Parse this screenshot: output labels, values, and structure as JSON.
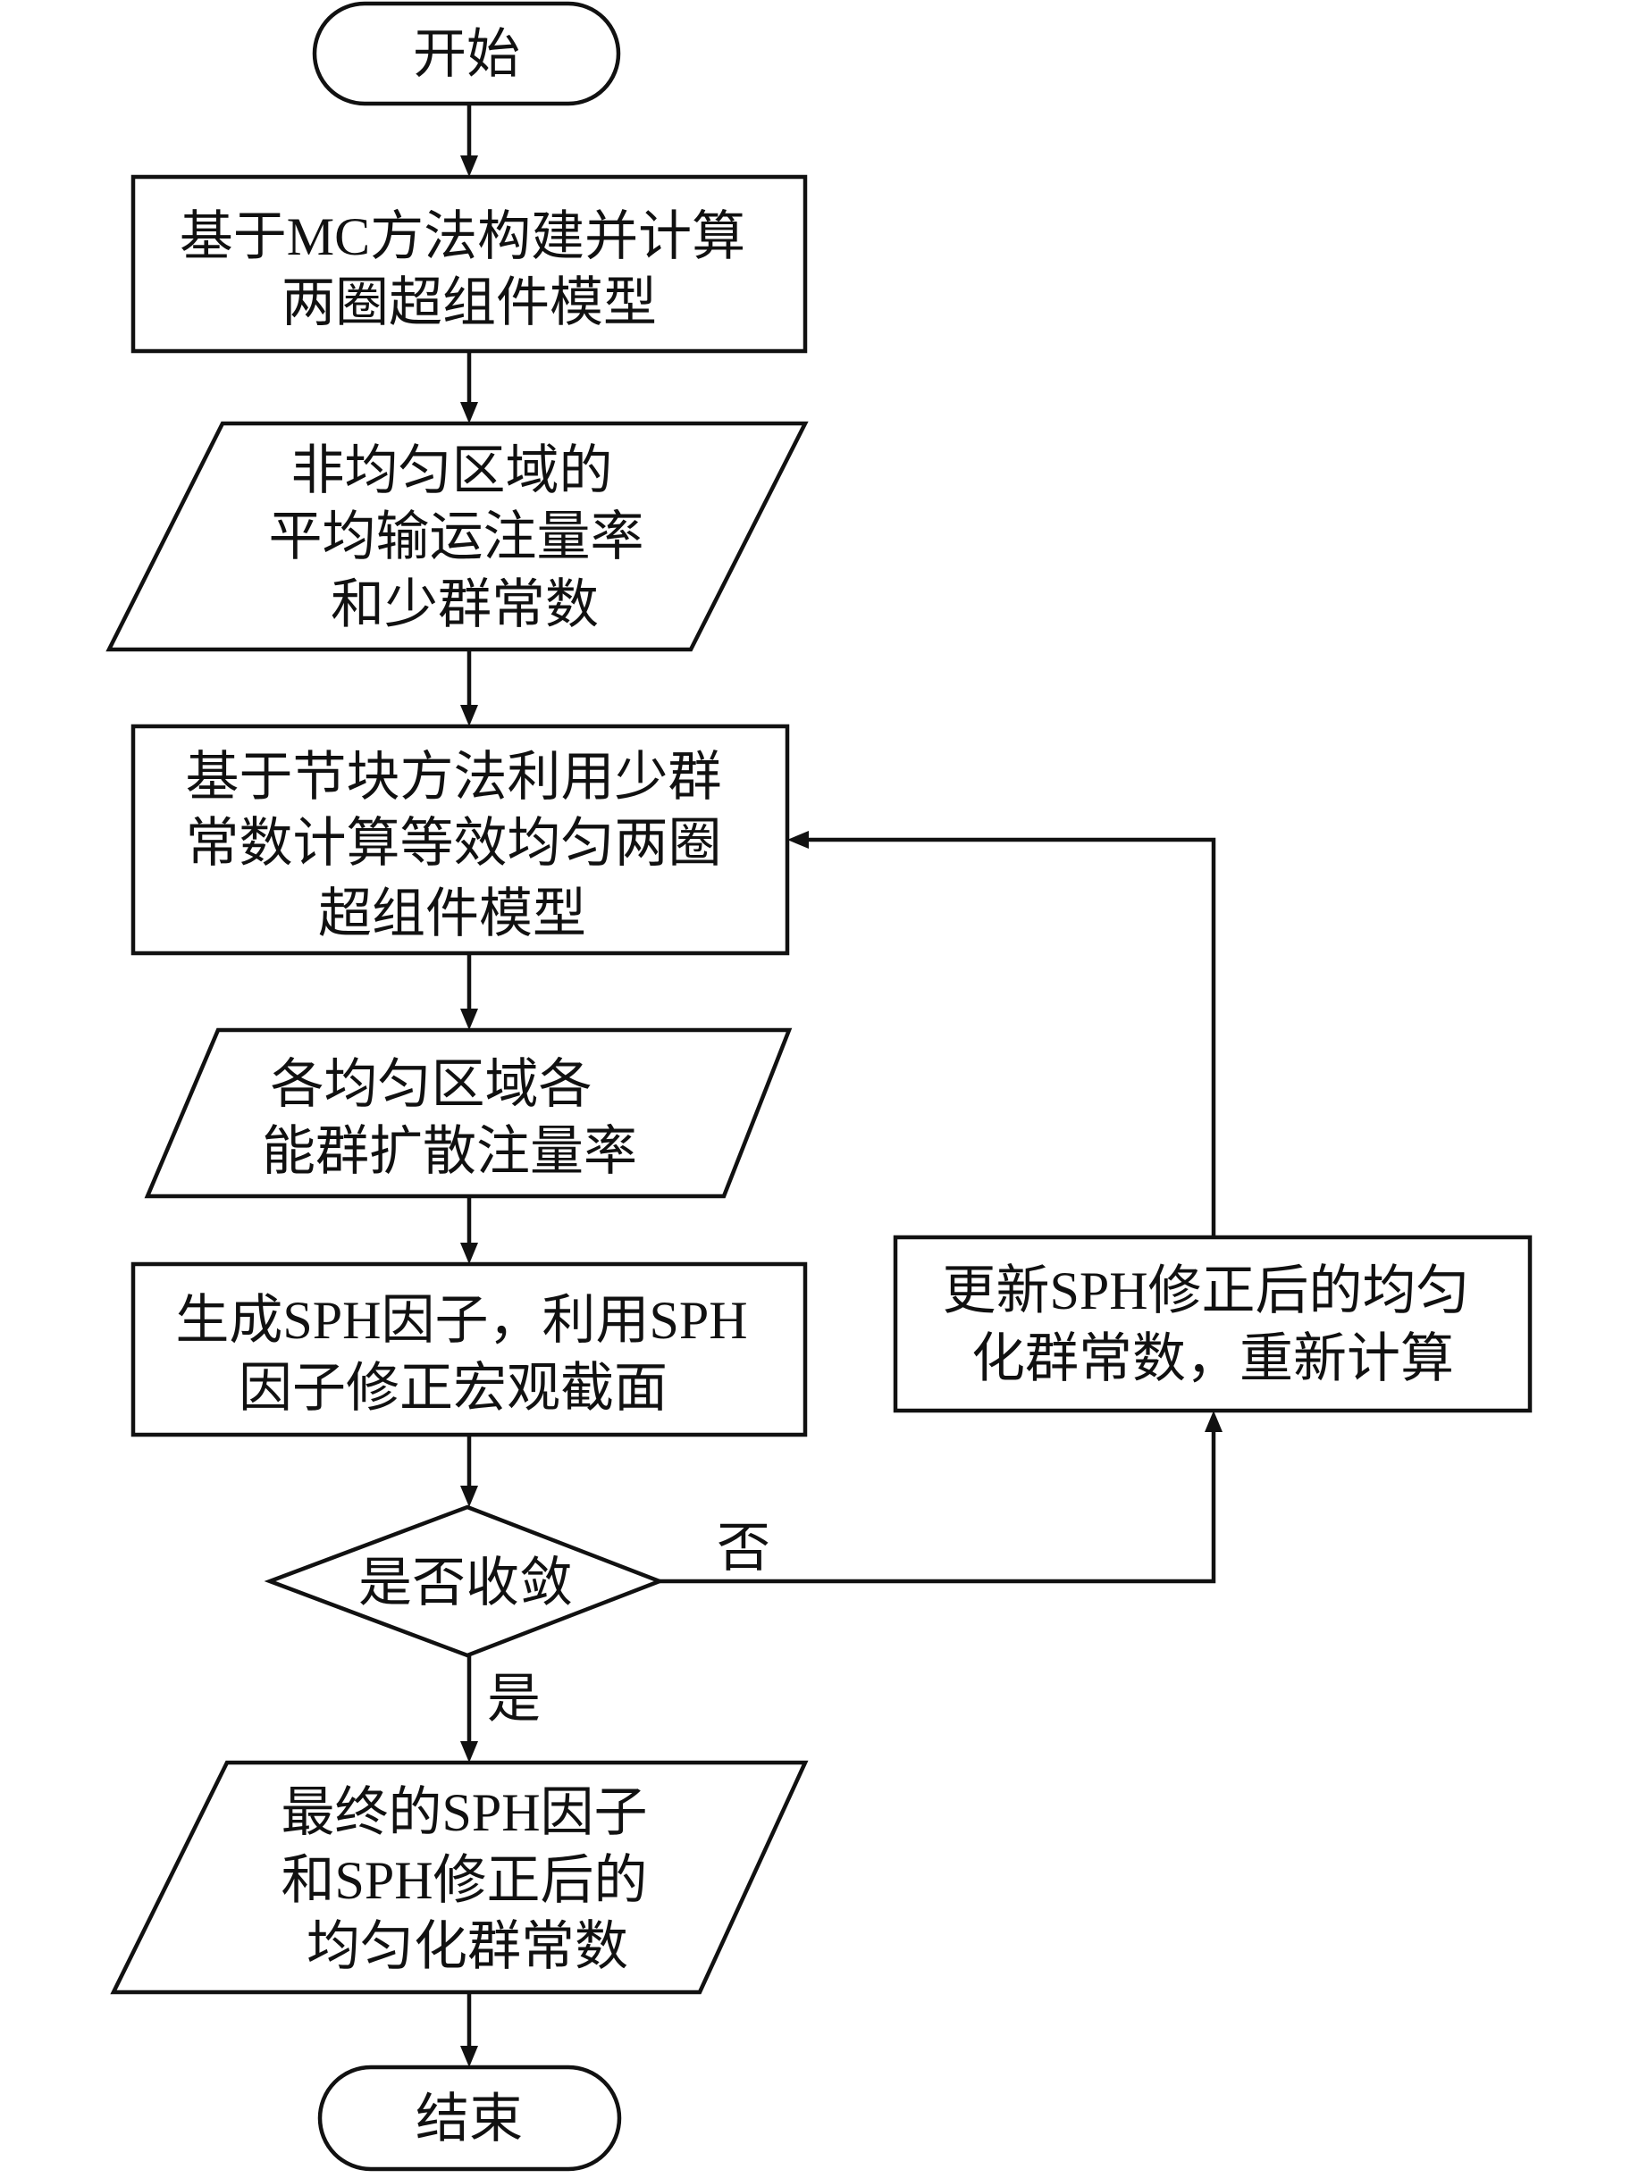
{
  "nodes": {
    "start": {
      "lines": [
        "开始"
      ]
    },
    "build_model": {
      "lines": [
        "基于MC方法构建并计算",
        "两圈超组件模型"
      ]
    },
    "output_flux_xs": {
      "lines": [
        "非均匀区域的",
        "平均输运注量率",
        "和少群常数"
      ]
    },
    "nodal_calc": {
      "lines": [
        "基于节块方法利用少群",
        "常数计算等效均匀两圈",
        "超组件模型"
      ]
    },
    "output_diffusion_flux": {
      "lines": [
        "各均匀区域各",
        "能群扩散注量率"
      ]
    },
    "sph_correction": {
      "lines": [
        "生成SPH因子，利用SPH",
        "因子修正宏观截面"
      ]
    },
    "converged_decision": {
      "lines": [
        "是否收敛"
      ]
    },
    "update_constants": {
      "lines": [
        "更新SPH修正后的均匀",
        "化群常数，重新计算"
      ]
    },
    "output_final": {
      "lines": [
        "最终的SPH因子",
        "和SPH修正后的",
        "均匀化群常数"
      ]
    },
    "end": {
      "lines": [
        "结束"
      ]
    }
  },
  "edge_labels": {
    "no": "否",
    "yes": "是"
  }
}
